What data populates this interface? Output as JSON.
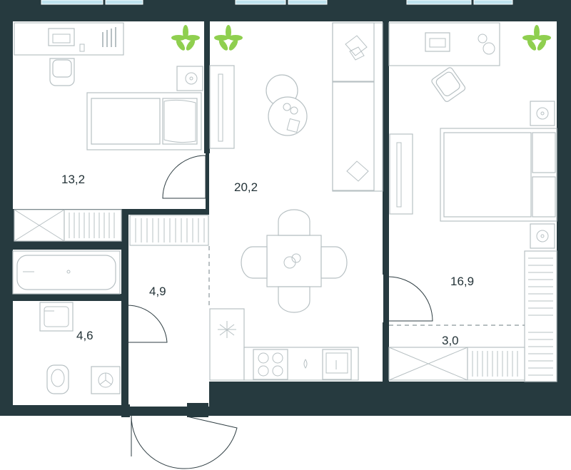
{
  "colors": {
    "wall": "#263a3f",
    "floor": "#ffffff",
    "fixture_stroke": "#b7c0c3",
    "window": "#bfe3ee",
    "plant": "#8fcf4f",
    "text": "#243338"
  },
  "rooms": [
    {
      "id": "bedroom-left",
      "area": "13,2"
    },
    {
      "id": "living-kitchen",
      "area": "20,2"
    },
    {
      "id": "bedroom-right",
      "area": "16,9"
    },
    {
      "id": "hallway",
      "area": "4,9"
    },
    {
      "id": "bathroom",
      "area": "4,6"
    },
    {
      "id": "wardrobe",
      "area": "3,0"
    }
  ],
  "icons": [
    "plant-icon",
    "bed-icon",
    "desk-icon",
    "chair-icon",
    "sofa-icon",
    "dining-table-icon",
    "bathtub-icon",
    "toilet-icon",
    "sink-icon",
    "washing-machine-icon",
    "stove-icon",
    "tv-icon",
    "wardrobe-icon",
    "door-swing-icon"
  ]
}
